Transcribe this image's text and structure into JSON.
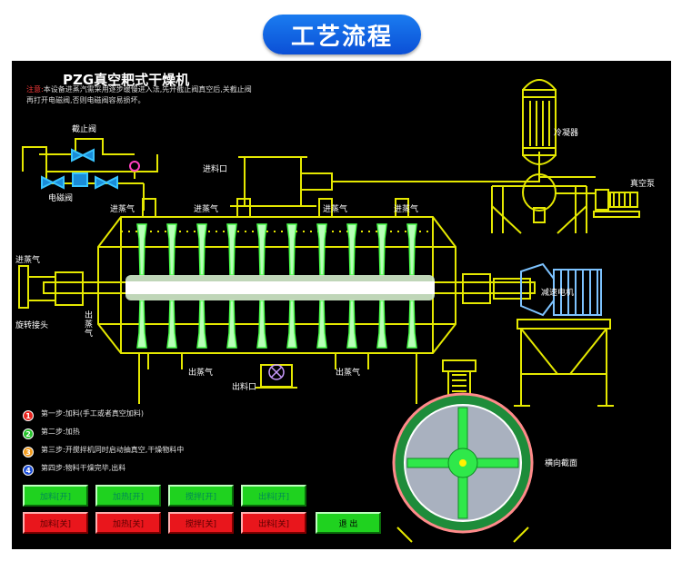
{
  "page_title": "工艺流程",
  "screen": {
    "header": "PZG真空耙式干燥机",
    "note_tag": "注意:",
    "note_text": "本设备进蒸汽需采用逐步缓慢进入法,先开截止阀真空后,关截止阀再打开电磁阀,否则电磁阀容易损坏。",
    "labels": {
      "shutoff_valve": "截止阀",
      "solenoid_valve": "电磁阀",
      "feed_inlet": "进料口",
      "condenser": "冷凝器",
      "vacuum_pump": "真空泵",
      "steam_in_left": "进蒸气",
      "steam_in_1": "进蒸气",
      "steam_in_2": "进蒸气",
      "steam_in_3": "进蒸气",
      "steam_in_4": "进蒸气",
      "rotary_joint": "旋转接头",
      "steam_out_side": "出蒸气",
      "steam_out_1": "出蒸气",
      "steam_out_2": "出蒸气",
      "discharge": "出料口",
      "reducer_motor": "减速电机",
      "cross_section": "横向截面"
    },
    "steps": [
      {
        "num": "1",
        "color": "#e8231d",
        "text": "第一步:加料(手工或者真空加料)"
      },
      {
        "num": "2",
        "color": "#25c22a",
        "text": "第二步:加热"
      },
      {
        "num": "3",
        "color": "#f29a1a",
        "text": "第三步:开搅拌机同时启动抽真空,干燥物料中"
      },
      {
        "num": "4",
        "color": "#1e4fd8",
        "text": "第四步:物料干燥完毕,出料"
      }
    ],
    "buttons_on": [
      "加料[开]",
      "加热[开]",
      "搅拌[开]",
      "出料[开]"
    ],
    "buttons_off": [
      "加料[关]",
      "加热[关]",
      "搅拌[关]",
      "出料[关]"
    ],
    "exit_button": "退 出"
  }
}
